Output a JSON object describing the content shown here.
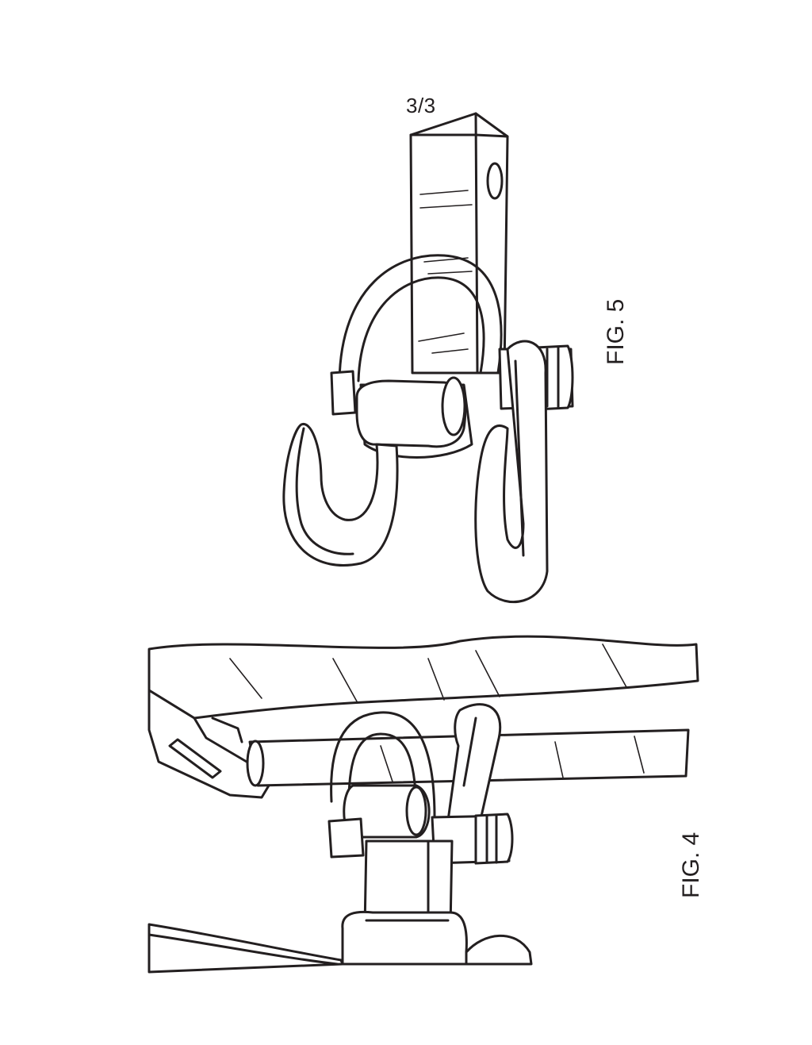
{
  "sheet": {
    "page_number": "3/3"
  },
  "figures": [
    {
      "id": "fig5",
      "label": "FIG. 5"
    },
    {
      "id": "fig4",
      "label": "FIG. 4"
    }
  ],
  "colors": {
    "line": "#231f20",
    "background": "#ffffff"
  }
}
